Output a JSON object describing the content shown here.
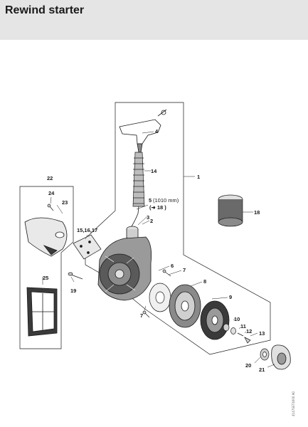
{
  "header": {
    "title": "Rewind starter"
  },
  "callouts": [
    {
      "id": "c1",
      "text": "1"
    },
    {
      "id": "c2",
      "text": "2"
    },
    {
      "id": "c3",
      "text": "3"
    },
    {
      "id": "c4",
      "text": "4"
    },
    {
      "id": "c5",
      "text": "5"
    },
    {
      "id": "c5len",
      "text": "(1010 mm)"
    },
    {
      "id": "c5ref",
      "text": "(➜ 18 )"
    },
    {
      "id": "c6",
      "text": "6"
    },
    {
      "id": "c7a",
      "text": "7"
    },
    {
      "id": "c7b",
      "text": "7"
    },
    {
      "id": "c8",
      "text": "8"
    },
    {
      "id": "c9",
      "text": "9"
    },
    {
      "id": "c10",
      "text": "10"
    },
    {
      "id": "c11",
      "text": "11"
    },
    {
      "id": "c12",
      "text": "12"
    },
    {
      "id": "c13",
      "text": "13"
    },
    {
      "id": "c14",
      "text": "14"
    },
    {
      "id": "c15",
      "text": "15,16,17"
    },
    {
      "id": "c18",
      "text": "18"
    },
    {
      "id": "c19",
      "text": "19"
    },
    {
      "id": "c20",
      "text": "20"
    },
    {
      "id": "c21",
      "text": "21"
    },
    {
      "id": "c22",
      "text": "22"
    },
    {
      "id": "c23",
      "text": "23"
    },
    {
      "id": "c24",
      "text": "24"
    },
    {
      "id": "c25",
      "text": "25"
    }
  ],
  "drawing_code": "4147GET4000 A0"
}
